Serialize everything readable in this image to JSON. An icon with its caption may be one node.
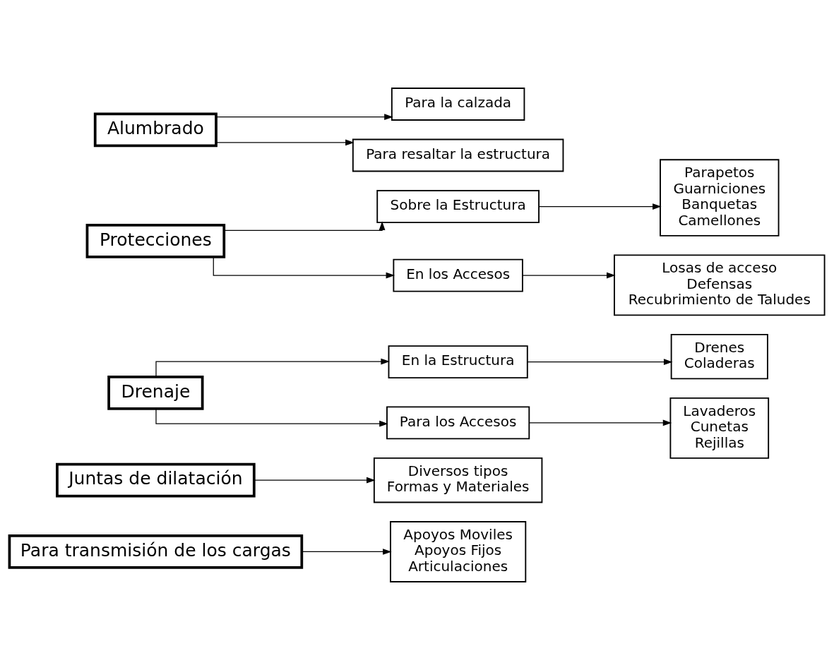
{
  "diagram": {
    "nodes": [
      {
        "text": [
          "Para transmisión de los cargas"
        ]
      },
      {
        "text": [
          "Apoyos Moviles",
          "Apoyos Fijos",
          "Articulaciones"
        ]
      },
      {
        "text": [
          "Juntas de dilatación"
        ]
      },
      {
        "text": [
          "Diversos tipos",
          "Formas y Materiales"
        ]
      },
      {
        "text": [
          "Drenaje"
        ]
      },
      {
        "text": [
          "En la Estructura"
        ]
      },
      {
        "text": [
          "Drenes",
          "Coladeras"
        ]
      },
      {
        "text": [
          "Para los Accesos"
        ]
      },
      {
        "text": [
          "Lavaderos",
          "Cunetas",
          "Rejillas"
        ]
      },
      {
        "text": [
          "Protecciones"
        ]
      },
      {
        "text": [
          "Sobre la Estructura"
        ]
      },
      {
        "text": [
          "Parapetos",
          "Guarniciones",
          "Banquetas",
          "Camellones"
        ]
      },
      {
        "text": [
          "En los Accesos"
        ]
      },
      {
        "text": [
          "Losas de acceso",
          "Defensas",
          "Recubrimiento de Taludes"
        ]
      },
      {
        "text": [
          "Alumbrado"
        ]
      },
      {
        "text": [
          "Para la calzada"
        ]
      },
      {
        "text": [
          "Para resaltar la estructura"
        ]
      }
    ],
    "edges": [
      {
        "from": 0,
        "to": 1,
        "arrow": "to"
      },
      {
        "from": 2,
        "to": 3,
        "arrow": "to"
      },
      {
        "from": 4,
        "to": 5,
        "arrow": "to"
      },
      {
        "from": 4,
        "to": 7,
        "arrow": "to"
      },
      {
        "from": 5,
        "to": 6,
        "arrow": "to"
      },
      {
        "from": 7,
        "to": 8,
        "arrow": "to"
      },
      {
        "from": 9,
        "to": 10,
        "arrow": "to"
      },
      {
        "from": 9,
        "to": 12,
        "arrow": "to"
      },
      {
        "from": 10,
        "to": 11,
        "arrow": "to"
      },
      {
        "from": 12,
        "to": 13,
        "arrow": "to"
      },
      {
        "from": 14,
        "to": 15,
        "arrow": "to"
      },
      {
        "from": 14,
        "to": 16,
        "arrow": "to"
      }
    ]
  }
}
